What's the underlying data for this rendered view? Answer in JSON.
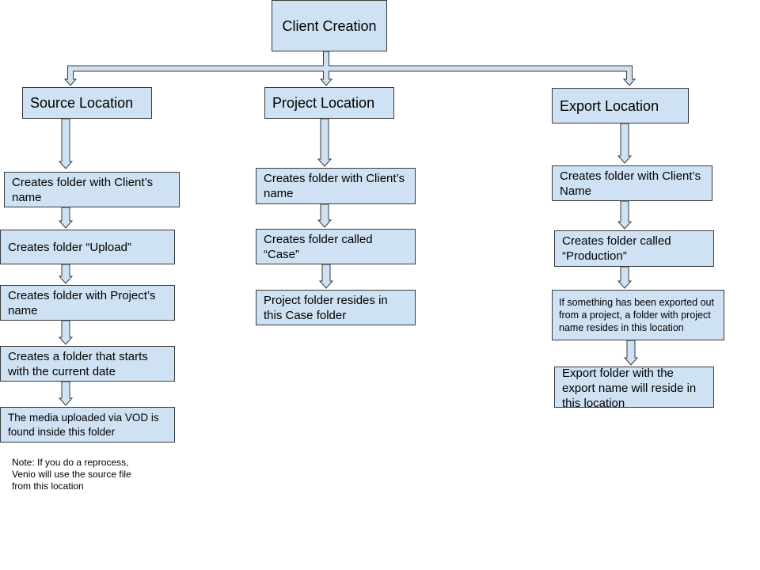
{
  "root": {
    "label": "Client Creation"
  },
  "columns": [
    {
      "heading": "Source Location",
      "steps": [
        "Creates folder with Client’s name",
        "Creates folder “Upload”",
        "Creates folder with Project’s name",
        "Creates a folder that starts with the current date",
        "The media uploaded via VOD is found inside this folder"
      ]
    },
    {
      "heading": "Project Location",
      "steps": [
        "Creates folder with Client’s name",
        "Creates folder called “Case”",
        "Project folder resides in this Case folder"
      ]
    },
    {
      "heading": "Export Location",
      "steps": [
        "Creates folder with Client’s Name",
        "Creates folder called “Production”",
        "If something has been exported out from a project, a folder with project name resides in this location",
        "Export folder with the export name will reside in this location"
      ]
    }
  ],
  "note": "Note: If you do a reprocess,\nVenio will use the source file\nfrom this location",
  "colors": {
    "box_fill": "#cfe2f3",
    "box_border": "#3a3a3a",
    "arrow_fill": "#cfe2f3",
    "arrow_stroke": "#3a3a3a"
  }
}
